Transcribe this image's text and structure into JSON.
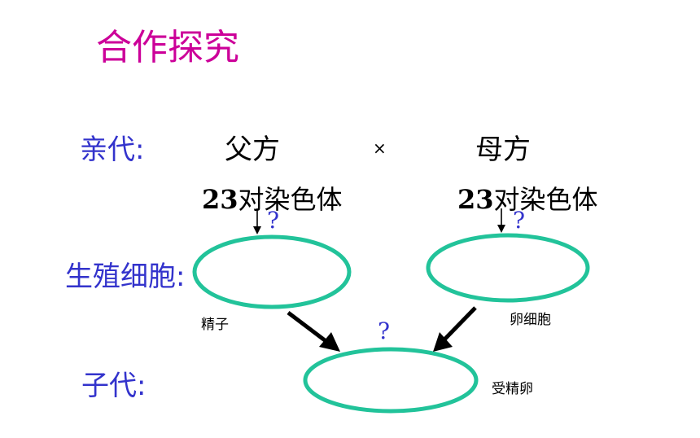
{
  "title": "合作探究",
  "labels": {
    "parental": "亲代:",
    "gametes": "生殖细胞:",
    "offspring": "子代:"
  },
  "parents": {
    "father": "父方",
    "cross": "×",
    "mother": "母方"
  },
  "chromosomes": {
    "father_num": "23",
    "father_text": "对染色体",
    "mother_num": "23",
    "mother_text": "对染色体"
  },
  "questions": {
    "q1": "?",
    "q2": "?",
    "q3": "?"
  },
  "cells": {
    "sperm": "精子",
    "egg": "卵细胞",
    "zygote": "受精卵"
  },
  "colors": {
    "title": "#cc0099",
    "labels": "#3333cc",
    "ellipse": "#22c39a"
  }
}
